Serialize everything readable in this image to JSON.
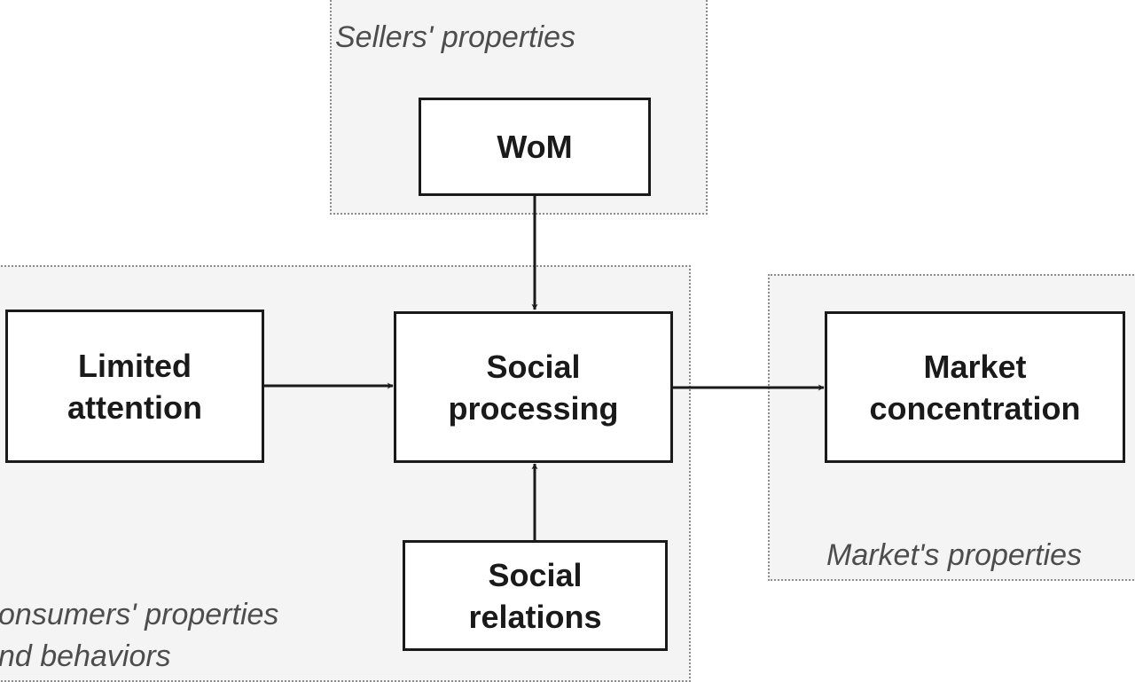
{
  "groups": {
    "sellers": "Sellers' properties",
    "consumers": "onsumers' properties\nnd behaviors",
    "market": "Market's properties"
  },
  "nodes": {
    "wom": "WoM",
    "limited_attention": "Limited\nattention",
    "social_processing": "Social\nprocessing",
    "social_relations": "Social\nrelations",
    "market_concentration": "Market\nconcentration"
  },
  "edges": [
    {
      "from": "wom",
      "to": "social_processing"
    },
    {
      "from": "limited_attention",
      "to": "social_processing"
    },
    {
      "from": "social_relations",
      "to": "social_processing"
    },
    {
      "from": "social_processing",
      "to": "market_concentration"
    }
  ],
  "colors": {
    "group_fill": "#f4f4f4",
    "group_border": "#8c8c8c",
    "box_border": "#1a1a1a",
    "arrow": "#1a1a1a",
    "group_label": "#4d4d4d"
  }
}
